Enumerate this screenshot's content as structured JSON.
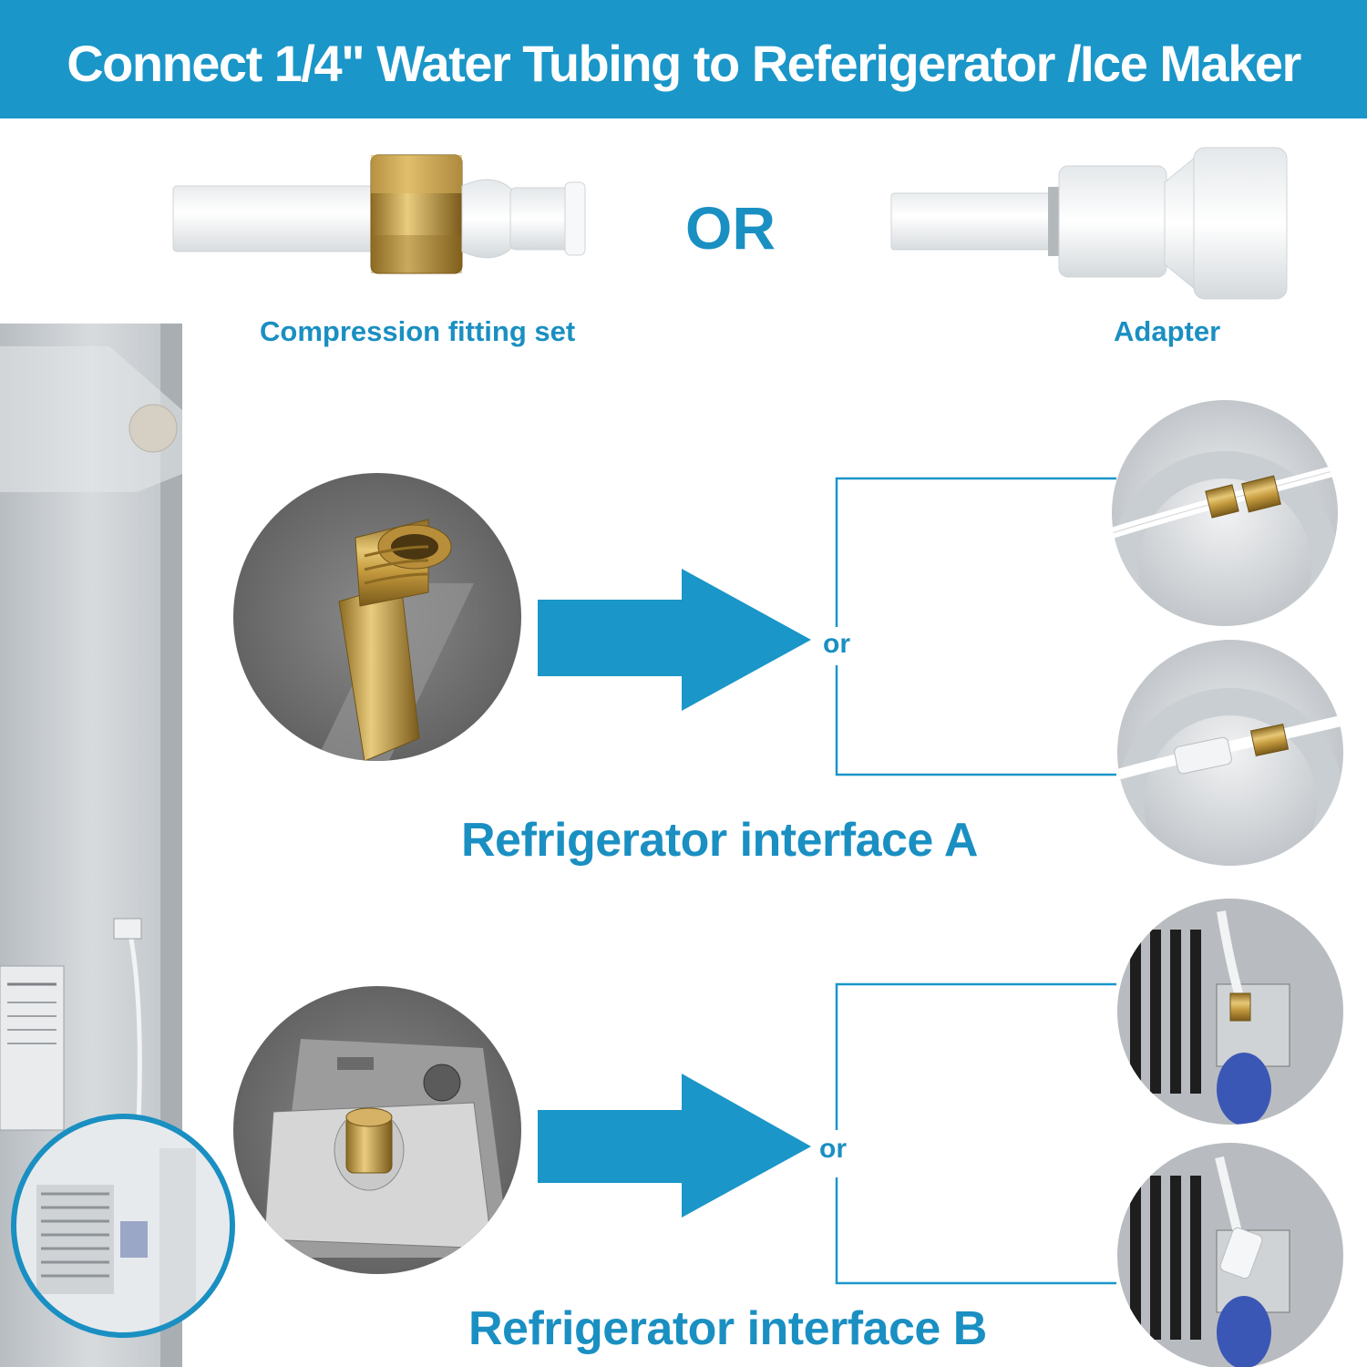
{
  "header": {
    "title": "Connect 1/4\" Water Tubing to Referigerator /Ice Maker"
  },
  "options": {
    "separator": "OR",
    "compression_label": "Compression fitting set",
    "adapter_label": "Adapter"
  },
  "interface_a": {
    "or_label": "or",
    "title": "Refrigerator interface A"
  },
  "interface_b": {
    "or_label": "or",
    "title": "Refrigerator interface B"
  },
  "colors": {
    "accent": "#1a96c9",
    "brass": "#c9a24a",
    "steel": "#c8ccd0"
  }
}
